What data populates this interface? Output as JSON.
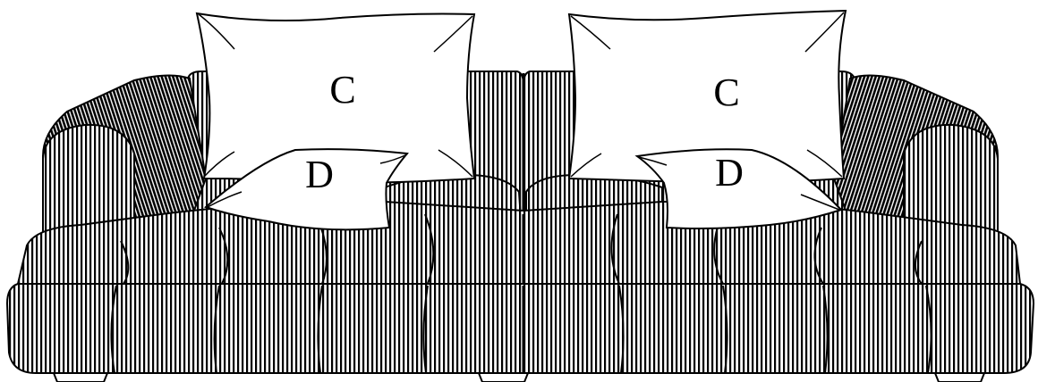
{
  "figure": {
    "colors": {
      "background": "#ffffff",
      "line": "#000000",
      "upholstery": "#ffffff"
    },
    "pillows": [
      {
        "label": "C"
      },
      {
        "label": "D"
      },
      {
        "label": "C"
      },
      {
        "label": "D"
      }
    ]
  }
}
